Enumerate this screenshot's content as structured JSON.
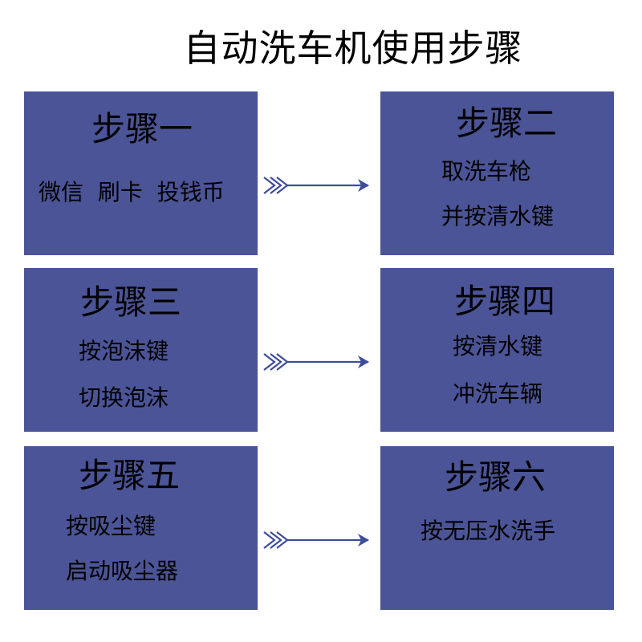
{
  "title": "自动洗车机使用步骤",
  "colors": {
    "box_fill": "#4B5496",
    "arrow": "#3F4C9A",
    "text": "#000000"
  },
  "steps": [
    {
      "heading": "步骤一",
      "lines": [
        "微信  刷卡  投钱币"
      ]
    },
    {
      "heading": "步骤二",
      "lines": [
        "取洗车枪",
        "并按清水键"
      ]
    },
    {
      "heading": "步骤三",
      "lines": [
        "按泡沫键",
        "切换泡沫"
      ]
    },
    {
      "heading": "步骤四",
      "lines": [
        "按清水键",
        "冲洗车辆"
      ]
    },
    {
      "heading": "步骤五",
      "lines": [
        "按吸尘键",
        "启动吸尘器"
      ]
    },
    {
      "heading": "步骤六",
      "lines": [
        "按无压水洗手"
      ]
    }
  ],
  "arrow_icon": "double-chevron-arrow-right"
}
